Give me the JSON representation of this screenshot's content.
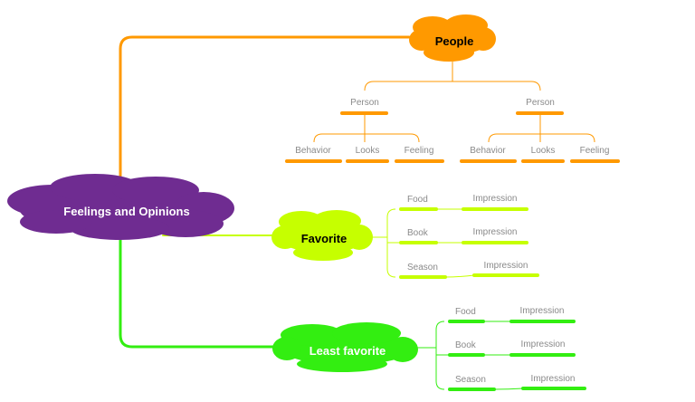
{
  "colors": {
    "root": "#6f2c91",
    "people": "#ff9900",
    "favorite": "#c6ff00",
    "least": "#33ee11",
    "label": "#8a8a8a"
  },
  "root": {
    "label": "Feelings and Opinions"
  },
  "people": {
    "label": "People",
    "persons": [
      {
        "label": "Person",
        "traits": [
          "Behavior",
          "Looks",
          "Feeling"
        ]
      },
      {
        "label": "Person",
        "traits": [
          "Behavior",
          "Looks",
          "Feeling"
        ]
      }
    ]
  },
  "favorite": {
    "label": "Favorite",
    "items": [
      {
        "label": "Food",
        "detail": "Impression"
      },
      {
        "label": "Book",
        "detail": "Impression"
      },
      {
        "label": "Season",
        "detail": "Impression"
      }
    ]
  },
  "least_favorite": {
    "label": "Least favorite",
    "items": [
      {
        "label": "Food",
        "detail": "Impression"
      },
      {
        "label": "Book",
        "detail": "Impression"
      },
      {
        "label": "Season",
        "detail": "Impression"
      }
    ]
  }
}
